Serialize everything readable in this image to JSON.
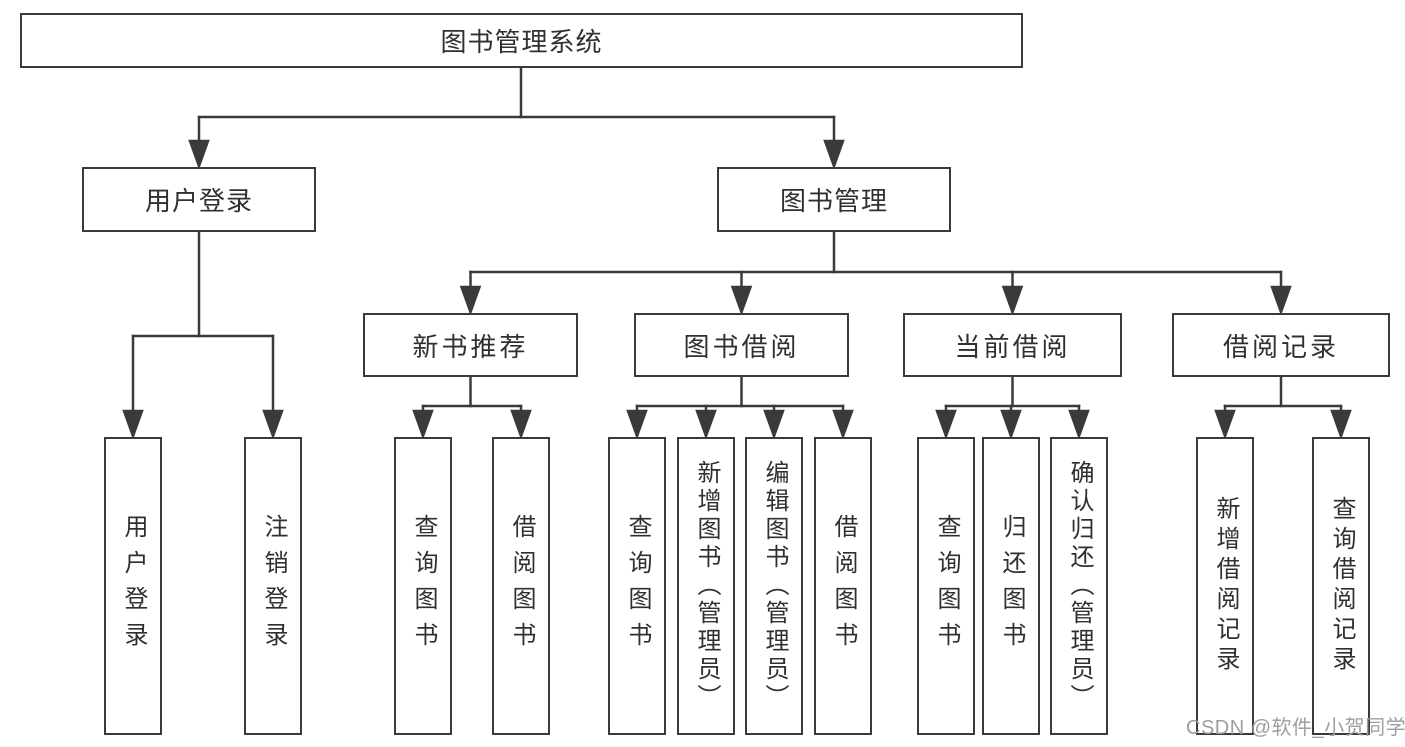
{
  "diagram": {
    "title": "图书管理系统",
    "root": {
      "label": "图书管理系统"
    },
    "branches": [
      {
        "label": "用户登录",
        "children": [
          {
            "label": "用户登录"
          },
          {
            "label": "注销登录"
          }
        ]
      },
      {
        "label": "图书管理",
        "children": [
          {
            "label": "新书推荐",
            "children": [
              {
                "label": "查询图书"
              },
              {
                "label": "借阅图书"
              }
            ]
          },
          {
            "label": "图书借阅",
            "children": [
              {
                "label": "查询图书"
              },
              {
                "label": "新增图书（管理员）"
              },
              {
                "label": "编辑图书（管理员）"
              },
              {
                "label": "借阅图书"
              }
            ]
          },
          {
            "label": "当前借阅",
            "children": [
              {
                "label": "查询图书"
              },
              {
                "label": "归还图书"
              },
              {
                "label": "确认归还（管理员）"
              }
            ]
          },
          {
            "label": "借阅记录",
            "children": [
              {
                "label": "新增借阅记录"
              },
              {
                "label": "查询借阅记录"
              }
            ]
          }
        ]
      }
    ]
  },
  "watermark": {
    "text": "CSDN @软件_小贺同学",
    "color": "#9e9e9e"
  },
  "colors": {
    "line": "#3a3a3a",
    "text": "#303030",
    "background": "#ffffff",
    "watermark": "#9e9e9e"
  }
}
